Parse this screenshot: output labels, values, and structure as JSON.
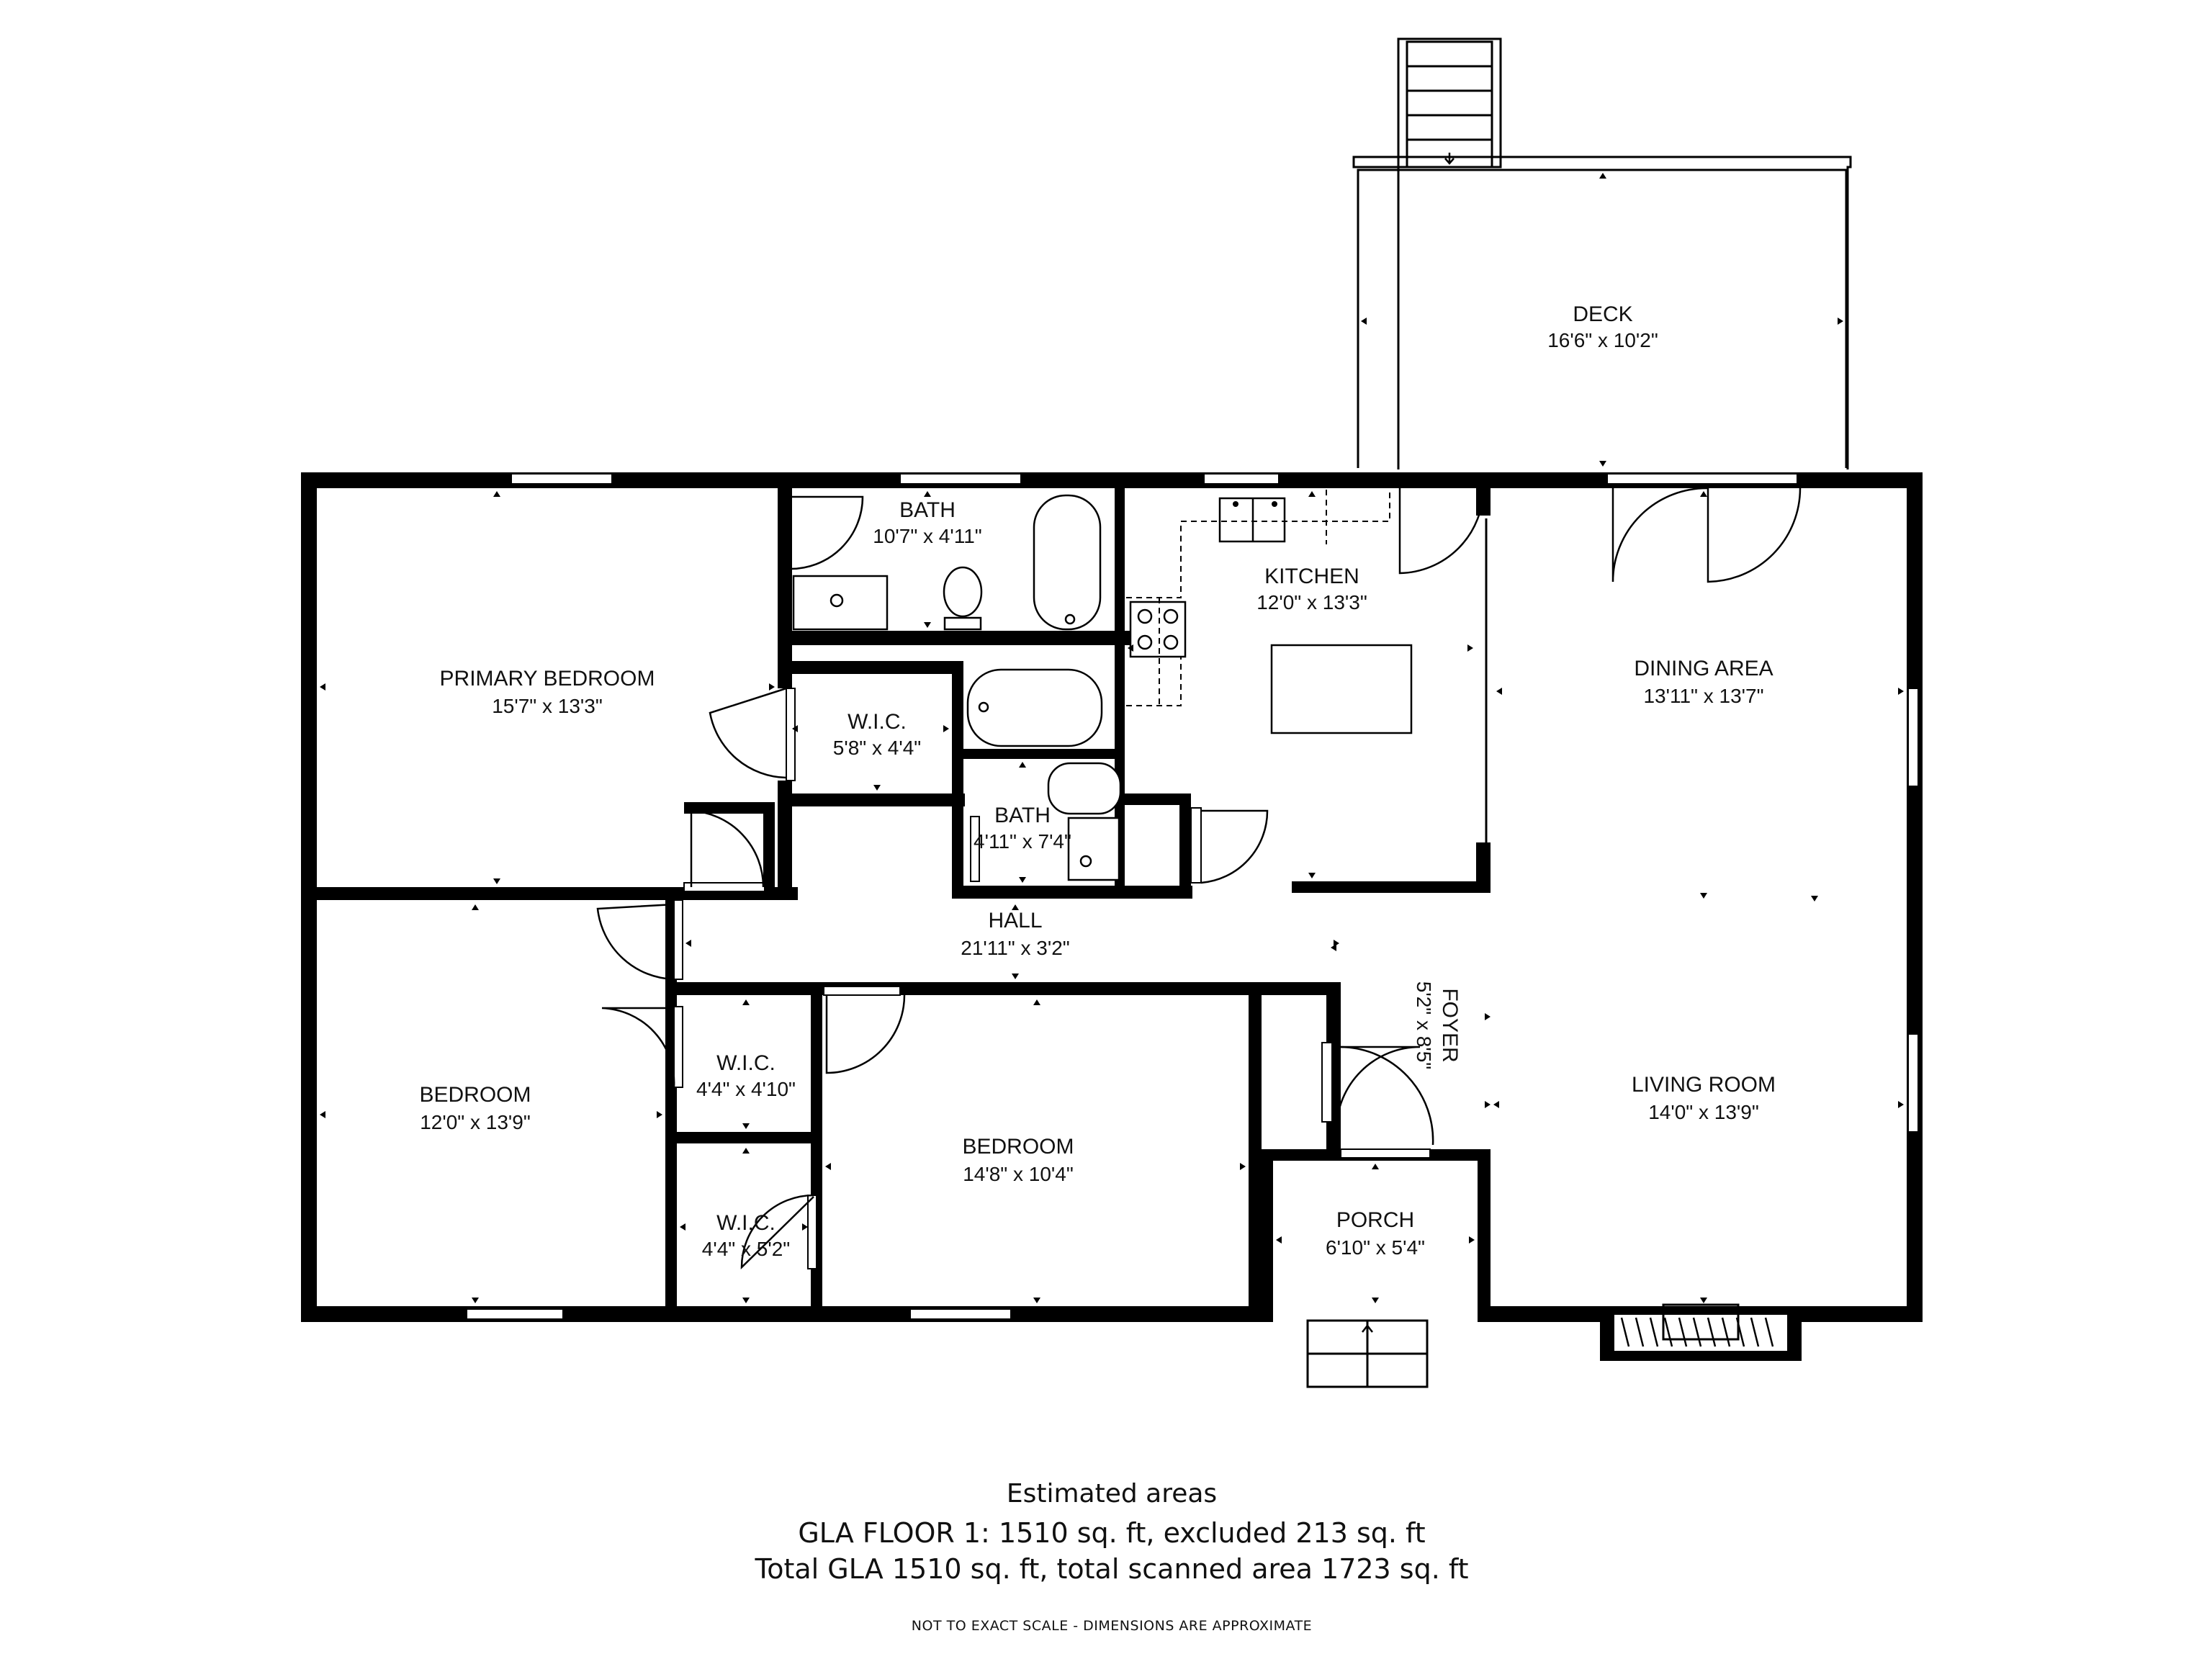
{
  "rooms": {
    "deck": {
      "name": "DECK",
      "dim": "16'6\" x 10'2\""
    },
    "bath_main": {
      "name": "BATH",
      "dim": "10'7\" x 4'11\""
    },
    "kitchen": {
      "name": "KITCHEN",
      "dim": "12'0\" x 13'3\""
    },
    "primary_bedroom": {
      "name": "PRIMARY BEDROOM",
      "dim": "15'7\" x 13'3\""
    },
    "wic_primary": {
      "name": "W.I.C.",
      "dim": "5'8\" x 4'4\""
    },
    "bath_hall": {
      "name": "BATH",
      "dim": "4'11\" x 7'4\""
    },
    "dining_area": {
      "name": "DINING AREA",
      "dim": "13'11\" x 13'7\""
    },
    "hall": {
      "name": "HALL",
      "dim": "21'11\" x 3'2\""
    },
    "foyer": {
      "name": "FOYER",
      "dim": "5'2\" x 8'5\""
    },
    "bedroom_left": {
      "name": "BEDROOM",
      "dim": "12'0\" x 13'9\""
    },
    "wic_upper": {
      "name": "W.I.C.",
      "dim": "4'4\" x 4'10\""
    },
    "bedroom_mid": {
      "name": "BEDROOM",
      "dim": "14'8\" x 10'4\""
    },
    "living_room": {
      "name": "LIVING ROOM",
      "dim": "14'0\" x 13'9\""
    },
    "wic_lower": {
      "name": "W.I.C.",
      "dim": "4'4\" x 5'2\""
    },
    "porch": {
      "name": "PORCH",
      "dim": "6'10\" x 5'4\""
    }
  },
  "footer": {
    "title": "Estimated areas",
    "line1": "GLA FLOOR 1: 1510 sq. ft, excluded 213 sq. ft",
    "line2": "Total GLA 1510 sq. ft, total scanned area 1723 sq. ft",
    "note": "NOT TO EXACT SCALE - DIMENSIONS ARE APPROXIMATE"
  }
}
